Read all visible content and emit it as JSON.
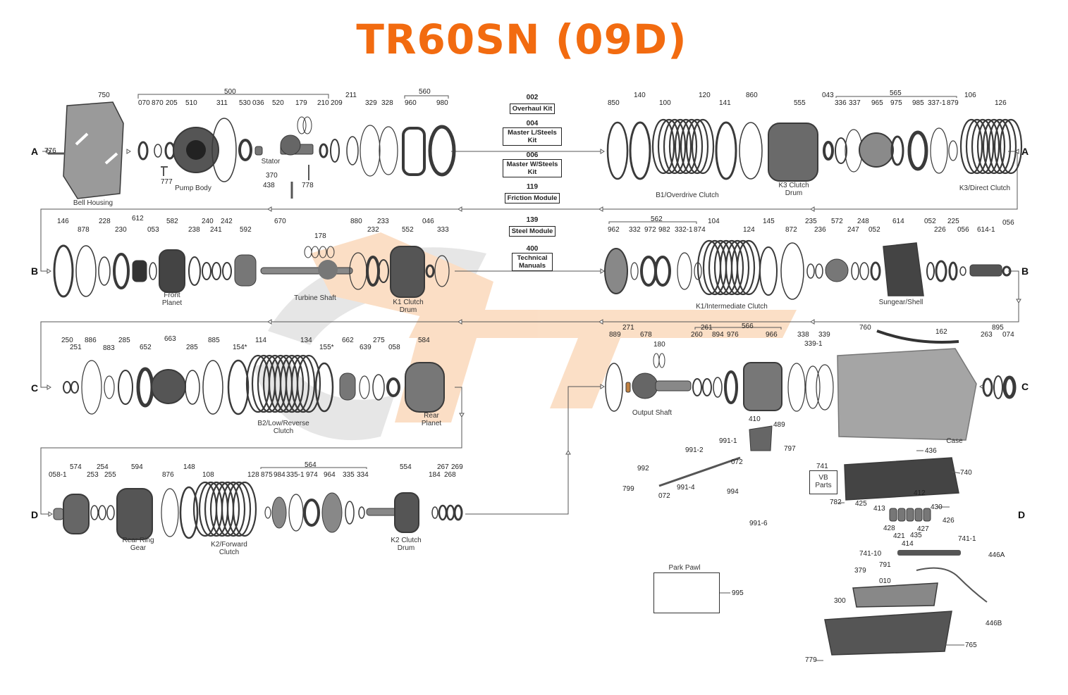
{
  "title": "TR60SN (09D)",
  "colors": {
    "title": "#f26b10",
    "line": "#555555",
    "part_dark": "#3a3a3a",
    "part_mid": "#8a8a8a",
    "watermark_orange": "#f5a05a",
    "watermark_gray": "#b9b9b9"
  },
  "rows": {
    "a": "A",
    "b": "B",
    "c": "C",
    "d": "D"
  },
  "kits": [
    {
      "code": "002",
      "name": "Overhaul Kit"
    },
    {
      "code": "004",
      "name": "Master L/Steels Kit"
    },
    {
      "code": "006",
      "name": "Master W/Steels Kit"
    },
    {
      "code": "119",
      "name": "Friction Module"
    },
    {
      "code": "139",
      "name": "Steel Module"
    },
    {
      "code": "400",
      "name": "Technical Manuals"
    }
  ],
  "captions": {
    "bell_housing": "Bell Housing",
    "pump_body": "Pump Body",
    "stator": "Stator",
    "b1": "B1/Overdrive Clutch",
    "k3_drum": "K3 Clutch Drum",
    "k3_direct": "K3/Direct Clutch",
    "front_planet": "Front Planet",
    "turbine_shaft": "Turbine Shaft",
    "k1_drum": "K1 Clutch Drum",
    "k1_intermediate": "K1/Intermediate Clutch",
    "sungear": "Sungear/Shell",
    "b2": "B2/Low/Reverse Clutch",
    "rear_planet": "Rear Planet",
    "output_shaft": "Output Shaft",
    "case": "Case",
    "rear_ring_gear": "Rear Ring Gear",
    "k2_forward": "K2/Forward Clutch",
    "k2_drum": "K2 Clutch Drum",
    "park_pawl": "Park Pawl",
    "vb_parts": "VB Parts"
  },
  "part_labels": [
    "750",
    "776",
    "500",
    "070",
    "870",
    "205",
    "510",
    "311",
    "530",
    "036",
    "520",
    "179",
    "210",
    "209",
    "211",
    "777",
    "370",
    "438",
    "778",
    "329",
    "328",
    "560",
    "960",
    "980",
    "850",
    "140",
    "100",
    "120",
    "141",
    "860",
    "555",
    "043",
    "565",
    "336",
    "337",
    "965",
    "975",
    "985",
    "337-1",
    "879",
    "106",
    "126",
    "146",
    "878",
    "228",
    "230",
    "612",
    "053",
    "582",
    "238",
    "240",
    "241",
    "242",
    "592",
    "670",
    "178",
    "880",
    "232",
    "233",
    "552",
    "046",
    "333",
    "562",
    "962",
    "332",
    "972",
    "982",
    "332-1",
    "874",
    "104",
    "124",
    "145",
    "872",
    "235",
    "236",
    "572",
    "247",
    "248",
    "052",
    "614",
    "052",
    "226",
    "225",
    "056",
    "614-1",
    "056",
    "250",
    "251",
    "886",
    "883",
    "285",
    "652",
    "663",
    "285",
    "885",
    "154*",
    "114",
    "134",
    "155*",
    "662",
    "639",
    "275",
    "058",
    "584",
    "889",
    "271",
    "678",
    "180",
    "260",
    "261",
    "566",
    "894",
    "976",
    "966",
    "338",
    "339-1",
    "339",
    "760",
    "162",
    "895",
    "263",
    "074",
    "410",
    "489",
    "991-1",
    "991-2",
    "072",
    "797",
    "992",
    "799",
    "072",
    "991-4",
    "994",
    "991-6",
    "436",
    "741",
    "740",
    "412",
    "782",
    "425",
    "413",
    "430",
    "426",
    "428",
    "421",
    "435",
    "427",
    "414",
    "741-10",
    "741-1",
    "446A",
    "791",
    "379",
    "010",
    "446B",
    "300",
    "765",
    "779",
    "995",
    "058-1",
    "574",
    "254",
    "253",
    "255",
    "594",
    "876",
    "148",
    "108",
    "564",
    "128",
    "875",
    "984",
    "335-1",
    "974",
    "964",
    "335",
    "334",
    "554",
    "184",
    "267",
    "268",
    "269"
  ]
}
